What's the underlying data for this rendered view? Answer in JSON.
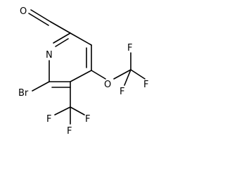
{
  "molecule": {
    "atoms": {
      "aldehyde_oxygen": "O",
      "ring_nitrogen": "N",
      "bromine": "Br",
      "ether_oxygen": "O",
      "ocf3_fluorine_top": "F",
      "ocf3_fluorine_right": "F",
      "ocf3_fluorine_bottom": "F",
      "cf3_fluorine_left": "F",
      "cf3_fluorine_right": "F",
      "cf3_fluorine_bottom": "F"
    }
  }
}
